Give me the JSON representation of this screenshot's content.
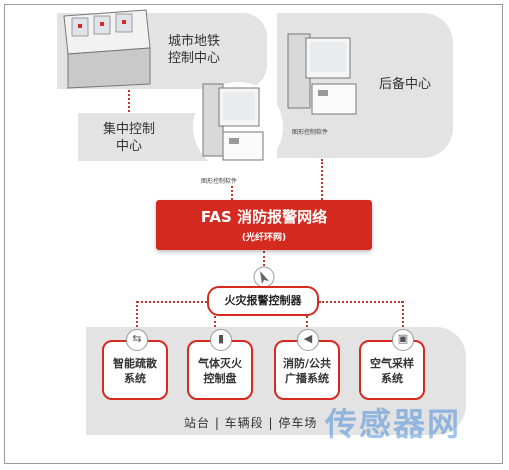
{
  "metro_center": "城市地铁\n控制中心",
  "backup_center": "后备中心",
  "central_control": "集中控制\n中心",
  "software_label_backup": "图形控制软件",
  "software_label_central": "图形控制软件",
  "network_title": "FAS 消防报警网络",
  "network_subtitle": "(光纤环网)",
  "controller": "火灾报警控制器",
  "subsystems": [
    {
      "label": "智能疏散\n系统",
      "icon": "exit-icon",
      "glyph": "⇆"
    },
    {
      "label": "气体灭火\n控制盘",
      "icon": "gas-cylinder-icon",
      "glyph": "▮"
    },
    {
      "label": "消防/公共\n广播系统",
      "icon": "speaker-icon",
      "glyph": "◀"
    },
    {
      "label": "空气采样\n系统",
      "icon": "sampler-icon",
      "glyph": "▣"
    }
  ],
  "bottom_text": "站台 | 车辆段 | 停车场",
  "watermark": "传感器网",
  "colors": {
    "accent": "#d42a1f",
    "panel": "#e3e3e3"
  }
}
